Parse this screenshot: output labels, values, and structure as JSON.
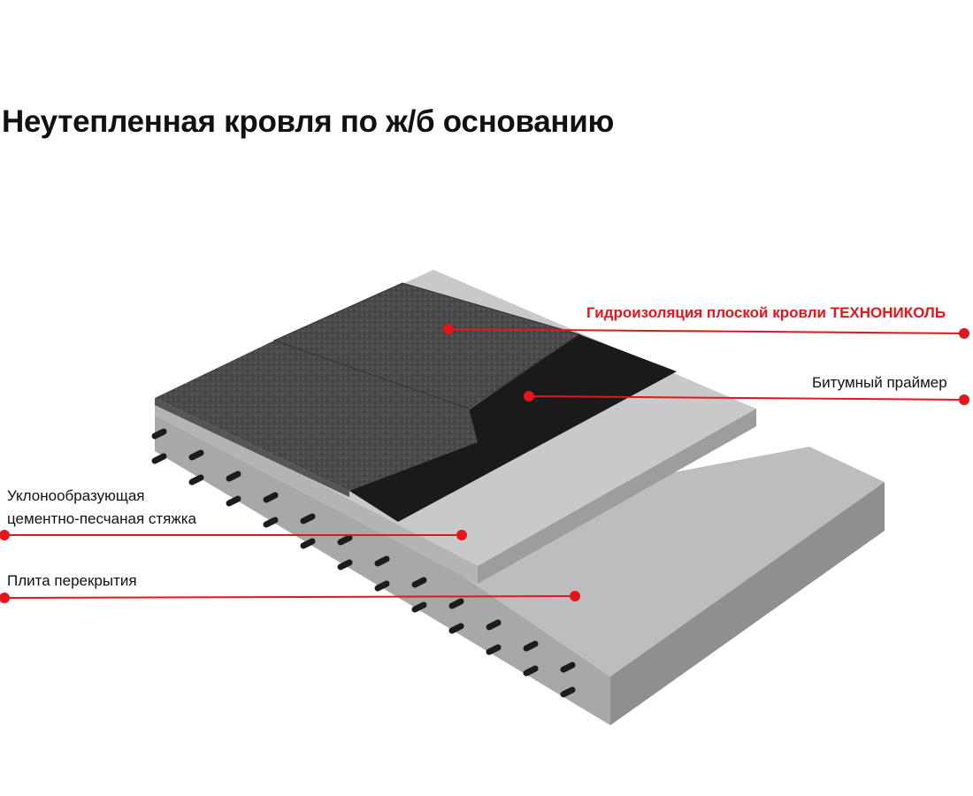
{
  "title": "Неутепленная кровля по ж/б основанию",
  "labels": {
    "membrane": "Гидроизоляция плоской кровли ТЕХНОНИКОЛЬ",
    "primer": "Битумный праймер",
    "screed_line1": "Уклонообразующая",
    "screed_line2": "цементно-песчаная стяжка",
    "slab": "Плита перекрытия"
  },
  "colors": {
    "accent": "#e3161b"
  }
}
